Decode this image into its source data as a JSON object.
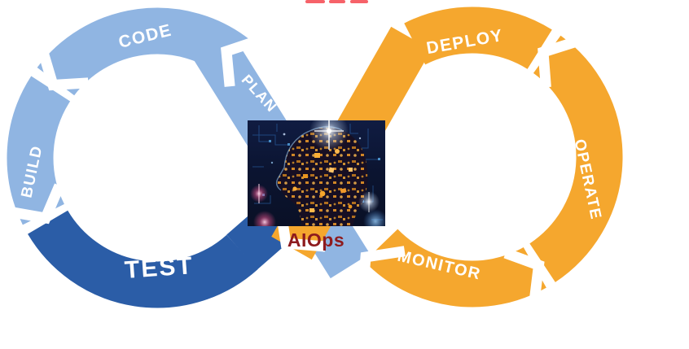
{
  "diagram": {
    "type": "devops-infinity-loop-with-aiops",
    "labels": {
      "plan": "PLAN",
      "code": "CODE",
      "build": "BUILD",
      "test": "TEST",
      "deploy": "DEPLOY",
      "operate": "OPERATE",
      "monitor": "MONITOR"
    },
    "center_label": {
      "text": "AIOps",
      "color": "#8E1B1E"
    },
    "colors": {
      "light_blue": "#90B5E2",
      "dark_blue": "#2B5DA7",
      "orange": "#F5A72E",
      "label_text": "#FFFFFF",
      "background": "#FFFFFF",
      "top_fragment_red": "#F4474F"
    }
  }
}
